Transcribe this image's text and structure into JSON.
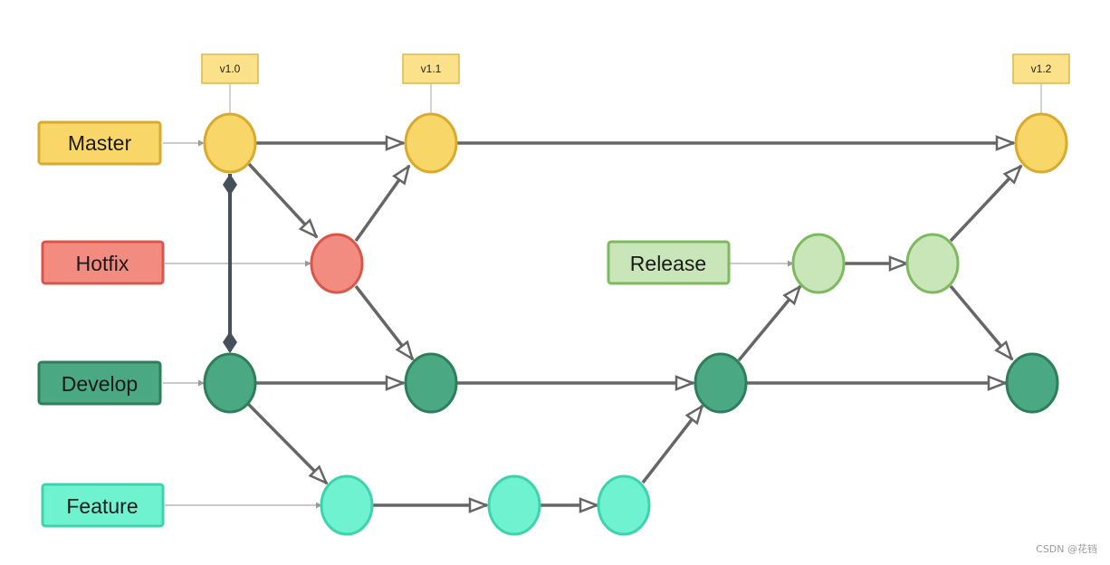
{
  "branches": {
    "master": {
      "label": "Master",
      "fill": "#f9d668",
      "stroke": "#d9aa2e"
    },
    "hotfix": {
      "label": "Hotfix",
      "fill": "#f28b80",
      "stroke": "#d9564a"
    },
    "release": {
      "label": "Release",
      "fill": "#c8e6b8",
      "stroke": "#7dba5e"
    },
    "develop": {
      "label": "Develop",
      "fill": "#4aa883",
      "stroke": "#2e7e5c"
    },
    "feature": {
      "label": "Feature",
      "fill": "#6ff2cf",
      "stroke": "#3dd3ad"
    }
  },
  "tags": {
    "v1_0": "v1.0",
    "v1_1": "v1.1",
    "v1_2": "v1.2"
  },
  "colors": {
    "arrow": "#666666",
    "connector": "#aaaaaa",
    "sync_line": "#45505a",
    "tag_fill": "#fbe28a",
    "tag_stroke": "#d9b94a"
  },
  "watermark": "CSDN @花铛"
}
